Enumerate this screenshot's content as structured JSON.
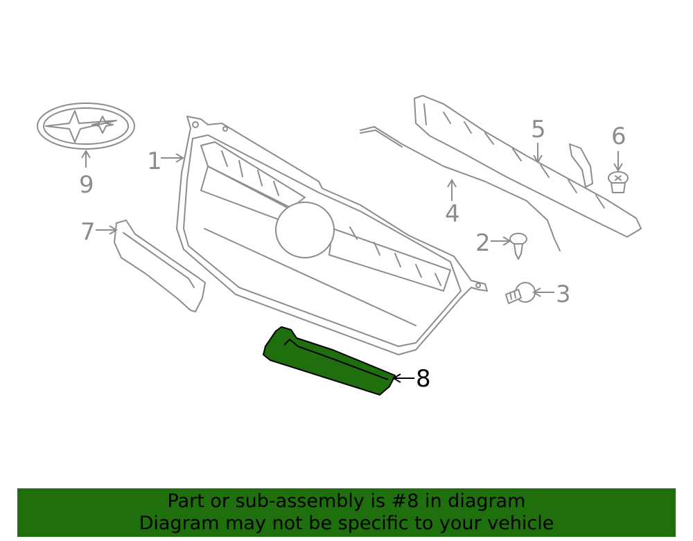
{
  "diagram": {
    "highlight_color": "#1f6f0e",
    "outline_color": "#8c8c8c",
    "callouts": [
      "1",
      "2",
      "3",
      "4",
      "5",
      "6",
      "7",
      "8",
      "9"
    ],
    "highlighted_callout": "8"
  },
  "banner": {
    "line1": "Part or sub-assembly is #8 in diagram",
    "line2": "Diagram may not be specific to your vehicle",
    "background": "#1f6f0e"
  }
}
